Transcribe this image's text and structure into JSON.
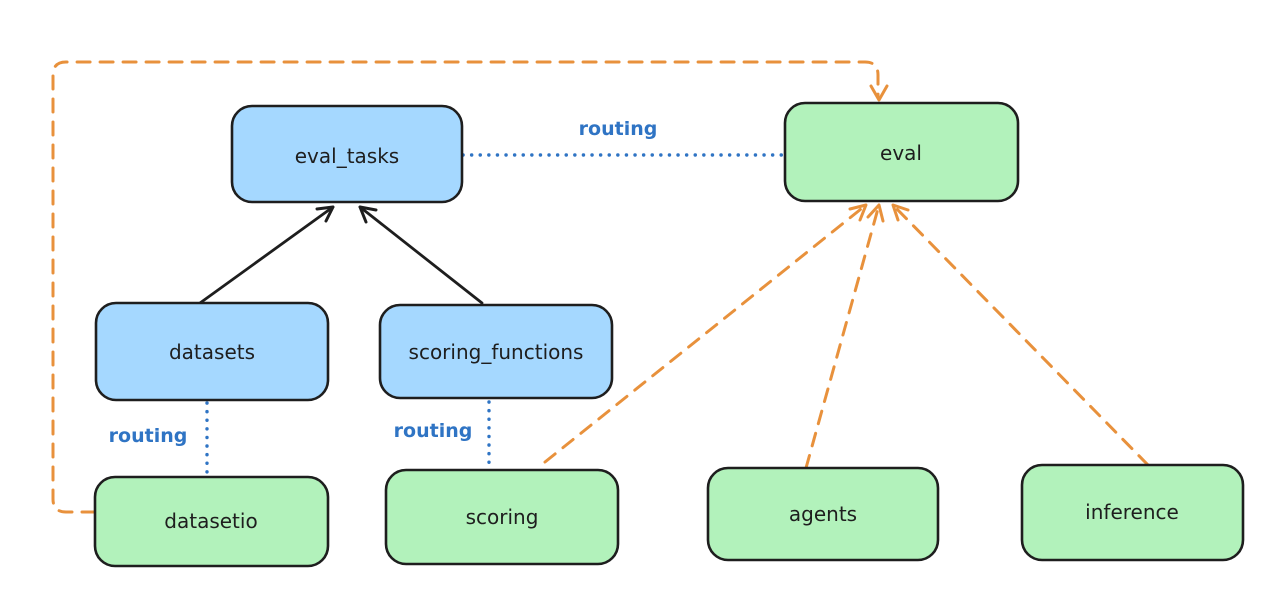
{
  "diagram": {
    "title": "eval routing architecture diagram",
    "background": "#ffffff",
    "colors": {
      "node_stroke": "#1e1e1e",
      "blue_fill": "#a5d8ff",
      "green_fill": "#b2f2bb",
      "routing_blue": "#2f74c4",
      "orange": "#e8913c",
      "black_edge": "#1e1e1e",
      "label_text": "#1e1e1e"
    },
    "nodes": {
      "eval_tasks": {
        "label": "eval_tasks",
        "color": "blue"
      },
      "eval": {
        "label": "eval",
        "color": "green"
      },
      "datasets": {
        "label": "datasets",
        "color": "blue"
      },
      "scoring_functions": {
        "label": "scoring_functions",
        "color": "blue"
      },
      "datasetio": {
        "label": "datasetio",
        "color": "green"
      },
      "scoring": {
        "label": "scoring",
        "color": "green"
      },
      "agents": {
        "label": "agents",
        "color": "green"
      },
      "inference": {
        "label": "inference",
        "color": "green"
      }
    },
    "edge_labels": {
      "routing_eval_tasks_eval": "routing",
      "routing_datasets_datasetio": "routing",
      "routing_scoring_functions_scoring": "routing"
    },
    "edges": [
      {
        "from": "datasets",
        "to": "eval_tasks",
        "style": "solid-black-arrow"
      },
      {
        "from": "scoring_functions",
        "to": "eval_tasks",
        "style": "solid-black-arrow"
      },
      {
        "from": "eval_tasks",
        "to": "eval",
        "style": "dotted-blue",
        "label": "routing"
      },
      {
        "from": "datasets",
        "to": "datasetio",
        "style": "dotted-blue",
        "label": "routing"
      },
      {
        "from": "scoring_functions",
        "to": "scoring",
        "style": "dotted-blue",
        "label": "routing"
      },
      {
        "from": "datasetio",
        "to": "eval",
        "style": "dashed-orange-arrow"
      },
      {
        "from": "scoring",
        "to": "eval",
        "style": "dashed-orange-arrow"
      },
      {
        "from": "agents",
        "to": "eval",
        "style": "dashed-orange-arrow"
      },
      {
        "from": "inference",
        "to": "eval",
        "style": "dashed-orange-arrow"
      }
    ]
  }
}
